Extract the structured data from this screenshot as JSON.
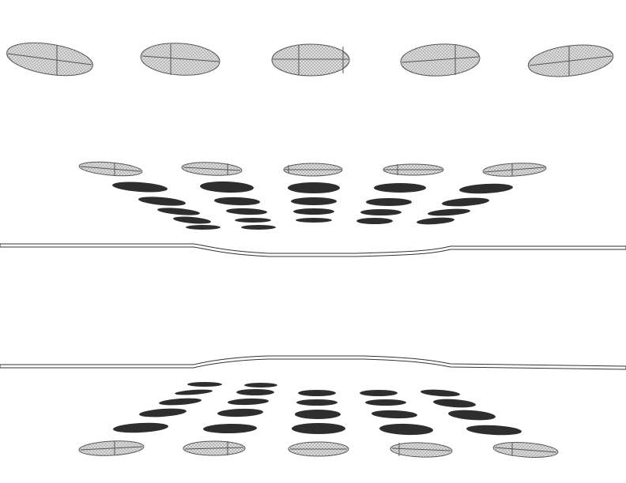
{
  "figure": {
    "description_text": "",
    "colors": {
      "background": "#ffffff",
      "outline": "#555555",
      "hatch_fill": "#e6e6e6",
      "hatch_line": "#9a9a9a",
      "dark_ellipse": "#2e2e2e",
      "membrane_fill": "#ffffff",
      "membrane_stroke": "#333333"
    },
    "groups": {
      "top_large_ellipses": {
        "count": 5,
        "style": "hatched-with-crosshair"
      },
      "upper_small_hatched_ellipses": {
        "count": 5,
        "style": "hatched-with-crosshair"
      },
      "upper_dark_ellipse_rows": {
        "rows": 4,
        "columns": 5,
        "style": "solid-dark"
      },
      "upper_membrane": {
        "shape": "flat-with-downward-dip"
      },
      "lower_membrane": {
        "shape": "flat-with-upward-bump"
      },
      "lower_dark_ellipse_rows": {
        "rows": 4,
        "columns": 5,
        "style": "solid-dark"
      },
      "bottom_small_hatched_ellipses": {
        "count": 5,
        "style": "hatched-with-crosshair"
      }
    }
  }
}
